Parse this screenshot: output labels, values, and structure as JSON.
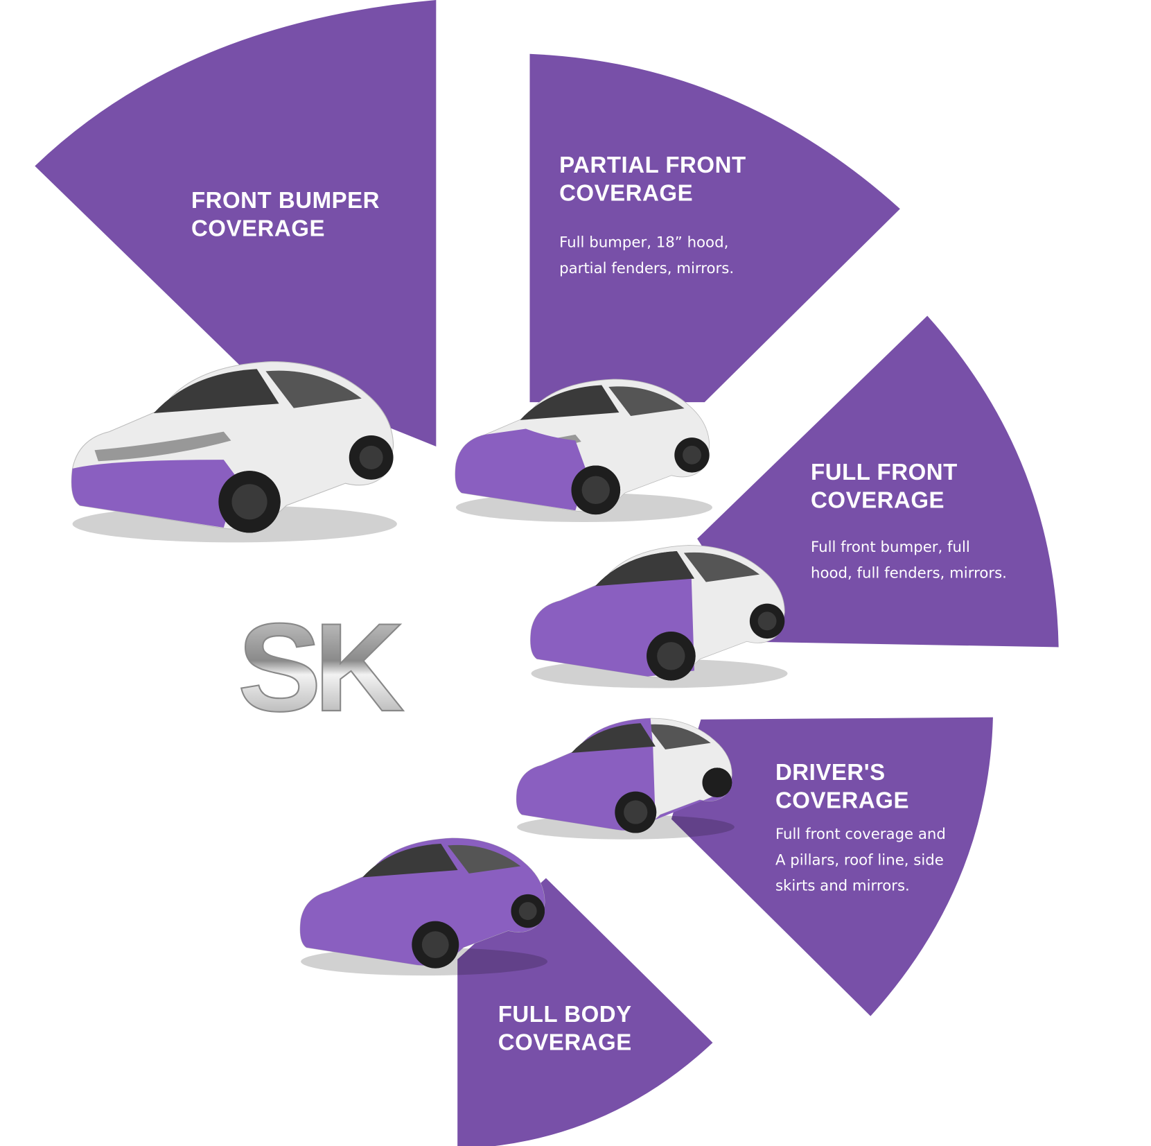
{
  "colors": {
    "accent": "#7850A8",
    "car_body": "#ECECEC",
    "wrap": "#8A5FC0"
  },
  "logo": {
    "text": "SK"
  },
  "sections": [
    {
      "id": "front-bumper",
      "title_lines": [
        "FRONT BUMPER",
        "COVERAGE"
      ],
      "description_lines": []
    },
    {
      "id": "partial-front",
      "title_lines": [
        "PARTIAL FRONT",
        "COVERAGE"
      ],
      "description_lines": [
        "Full bumper, 18” hood,",
        "partial fenders, mirrors."
      ]
    },
    {
      "id": "full-front",
      "title_lines": [
        "FULL FRONT",
        "COVERAGE"
      ],
      "description_lines": [
        "Full front bumper, full",
        "hood, full fenders, mirrors."
      ]
    },
    {
      "id": "drivers",
      "title_lines": [
        "DRIVER'S",
        "COVERAGE"
      ],
      "description_lines": [
        "Full front coverage and",
        "A pillars, roof line, side",
        "skirts and mirrors."
      ]
    },
    {
      "id": "full-body",
      "title_lines": [
        "FULL BODY",
        "COVERAGE"
      ],
      "description_lines": []
    }
  ]
}
